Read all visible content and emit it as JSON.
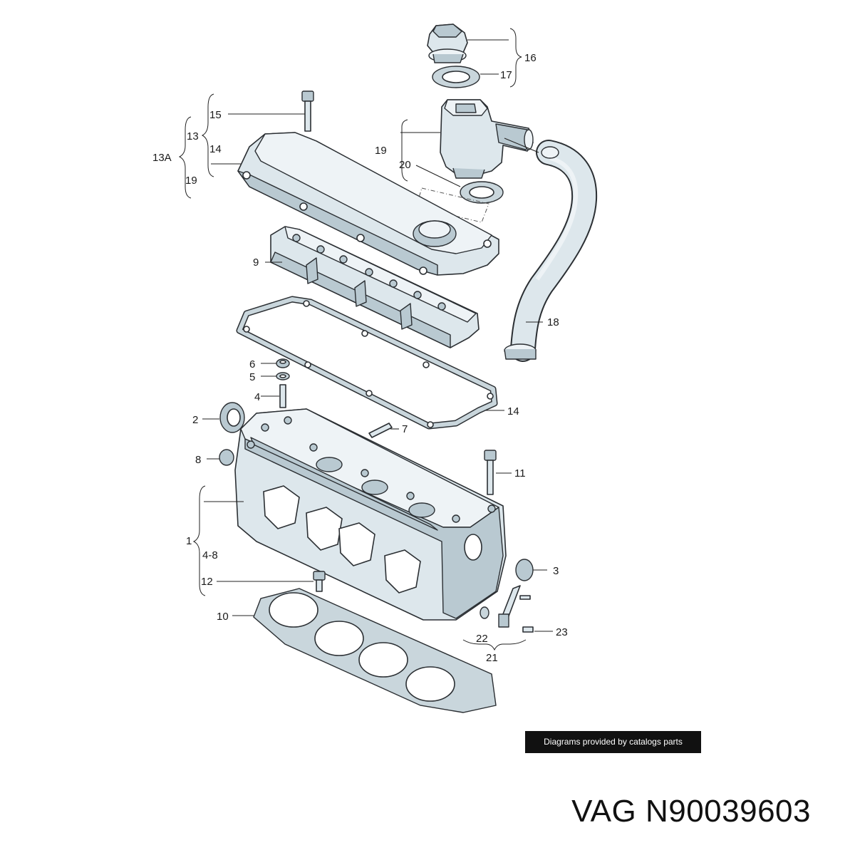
{
  "labels": {
    "l1": "1",
    "l2": "2",
    "l3": "3",
    "l4": "4",
    "l5": "5",
    "l6": "6",
    "l7": "7",
    "l8": "8",
    "l9": "9",
    "l10": "10",
    "l11": "11",
    "l12": "12",
    "l13": "13",
    "l13a": "13A",
    "l14a": "14",
    "l14b": "14",
    "l15": "15",
    "l16": "16",
    "l17": "17",
    "l18": "18",
    "l19a": "19",
    "l19b": "19",
    "l20": "20",
    "l21": "21",
    "l22": "22",
    "l23": "23",
    "l48": "4-8"
  },
  "credit": "Diagrams provided by catalogs parts",
  "part_number": "VAG N90039603",
  "colors": {
    "part_fill": "#dde7ec",
    "outline": "#2b2f33",
    "credit_bg": "#111111"
  }
}
